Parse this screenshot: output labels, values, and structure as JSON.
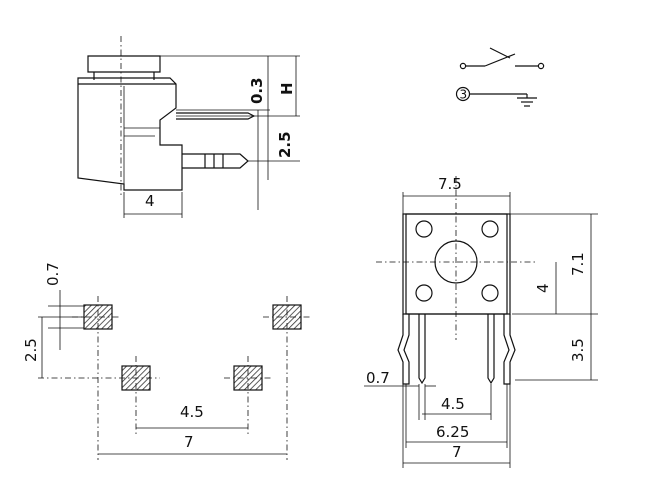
{
  "side_view": {
    "dim_width": "4",
    "dim_offset": "0.3",
    "dim_height": "H",
    "dim_pin": "2.5"
  },
  "symbol": {
    "terminal": "3"
  },
  "footprint": {
    "dim_pad": "0.7",
    "dim_row": "2.5",
    "dim_inner": "4.5",
    "dim_outer": "7"
  },
  "front_view": {
    "dim_top": "7.5",
    "dim_body": "7.1",
    "dim_mid": "4",
    "dim_leg": "3.5",
    "dim_pin": "0.7",
    "dim_inner": "4.5",
    "dim_pitch": "6.25",
    "dim_outer": "7"
  }
}
